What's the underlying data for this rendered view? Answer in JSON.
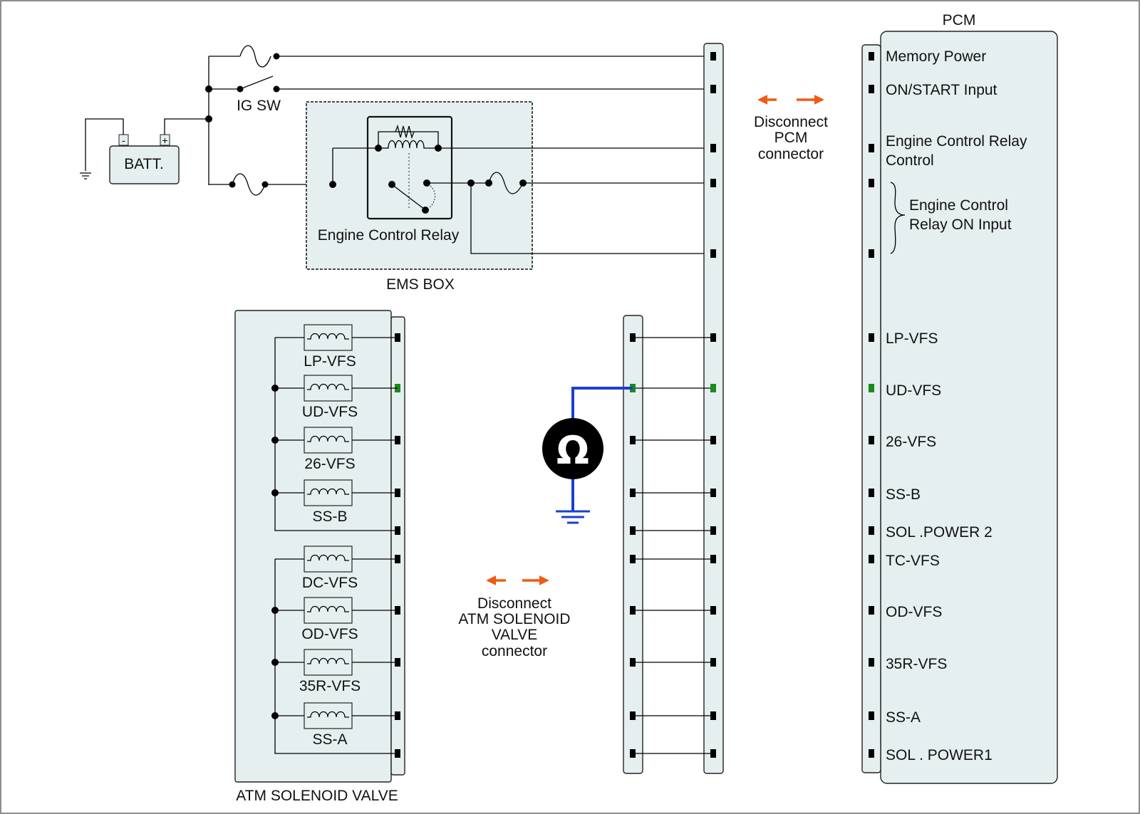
{
  "battery": {
    "label": "BATT.",
    "neg": "-",
    "pos": "+"
  },
  "ignition_switch": {
    "label": "IG SW"
  },
  "ems_box": {
    "label": "EMS BOX",
    "relay_label": "Engine Control Relay"
  },
  "pcm": {
    "title": "PCM",
    "pins": [
      {
        "label": "Memory Power"
      },
      {
        "label": "ON/START Input"
      },
      {
        "label": "Engine Control Relay"
      },
      {
        "label": "Control"
      },
      {
        "label": "Engine Control"
      },
      {
        "label": "Relay ON Input"
      },
      {
        "label": "LP-VFS"
      },
      {
        "label": "UD-VFS"
      },
      {
        "label": "26-VFS"
      },
      {
        "label": "SS-B"
      },
      {
        "label": "SOL .POWER 2"
      },
      {
        "label": "TC-VFS"
      },
      {
        "label": "OD-VFS"
      },
      {
        "label": "35R-VFS"
      },
      {
        "label": "SS-A"
      },
      {
        "label": "SOL . POWER1"
      }
    ]
  },
  "disconnect_pcm": {
    "line1": "Disconnect",
    "line2": "PCM",
    "line3": "connector"
  },
  "disconnect_atm": {
    "line1": "Disconnect",
    "line2": "ATM SOLENOID",
    "line3": "VALVE",
    "line4": "connector"
  },
  "atm_valve": {
    "label": "ATM SOLENOID VALVE",
    "solenoids": [
      "LP-VFS",
      "UD-VFS",
      "26-VFS",
      "SS-B",
      "DC-VFS",
      "OD-VFS",
      "35R-VFS",
      "SS-A"
    ]
  },
  "ohmmeter": {
    "symbol": "Ω"
  },
  "colors": {
    "highlight": "#1a8a1a",
    "probe": "#1a3fd1",
    "arrow": "#f05a14",
    "panel": "#e6eff0"
  }
}
